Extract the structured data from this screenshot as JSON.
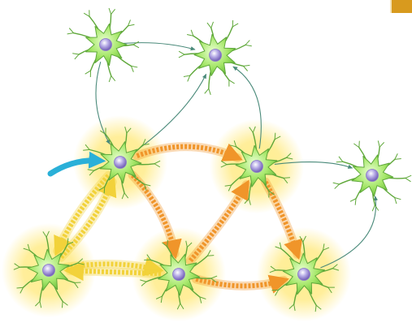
{
  "diagram": {
    "neurons": [
      {
        "id": "n1",
        "active": false
      },
      {
        "id": "n2",
        "active": false
      },
      {
        "id": "n3",
        "active": true
      },
      {
        "id": "n4",
        "active": true
      },
      {
        "id": "n5",
        "active": false
      },
      {
        "id": "n6",
        "active": true
      },
      {
        "id": "n7",
        "active": true
      },
      {
        "id": "n8",
        "active": true
      }
    ],
    "connections": [
      {
        "from": "n1",
        "to": "n3",
        "kind": "quiet"
      },
      {
        "from": "n1",
        "to": "n2",
        "kind": "quiet"
      },
      {
        "from": "n3",
        "to": "n2",
        "kind": "quiet"
      },
      {
        "from": "n4",
        "to": "n2",
        "kind": "quiet"
      },
      {
        "from": "n4",
        "to": "n5",
        "kind": "quiet"
      },
      {
        "from": "n8",
        "to": "n5",
        "kind": "quiet"
      },
      {
        "from": "n3",
        "to": "n4",
        "kind": "signal-orange"
      },
      {
        "from": "n3",
        "to": "n7",
        "kind": "signal-orange"
      },
      {
        "from": "n7",
        "to": "n4",
        "kind": "signal-orange"
      },
      {
        "from": "n7",
        "to": "n8",
        "kind": "signal-orange"
      },
      {
        "from": "n4",
        "to": "n8",
        "kind": "signal-orange"
      },
      {
        "from": "n3",
        "to": "n6",
        "kind": "signal-yellow"
      },
      {
        "from": "n6",
        "to": "n3",
        "kind": "signal-yellow"
      },
      {
        "from": "n6",
        "to": "n7",
        "kind": "signal-yellow"
      },
      {
        "from": "n7",
        "to": "n6",
        "kind": "signal-yellow"
      }
    ],
    "input_stimulus": {
      "target": "n3",
      "color": "#2ab0d8"
    },
    "colors": {
      "neuron_body": "#9be05a",
      "neuron_edge": "#5fa83a",
      "nucleus": "#8a78c8",
      "glow": "#ffe14a",
      "quiet_axon": "#4a8a7a",
      "signal_orange": "#f0952a",
      "signal_yellow": "#f2d23a",
      "background": "#ffffff",
      "corner_marker": "#d89a1e"
    }
  }
}
